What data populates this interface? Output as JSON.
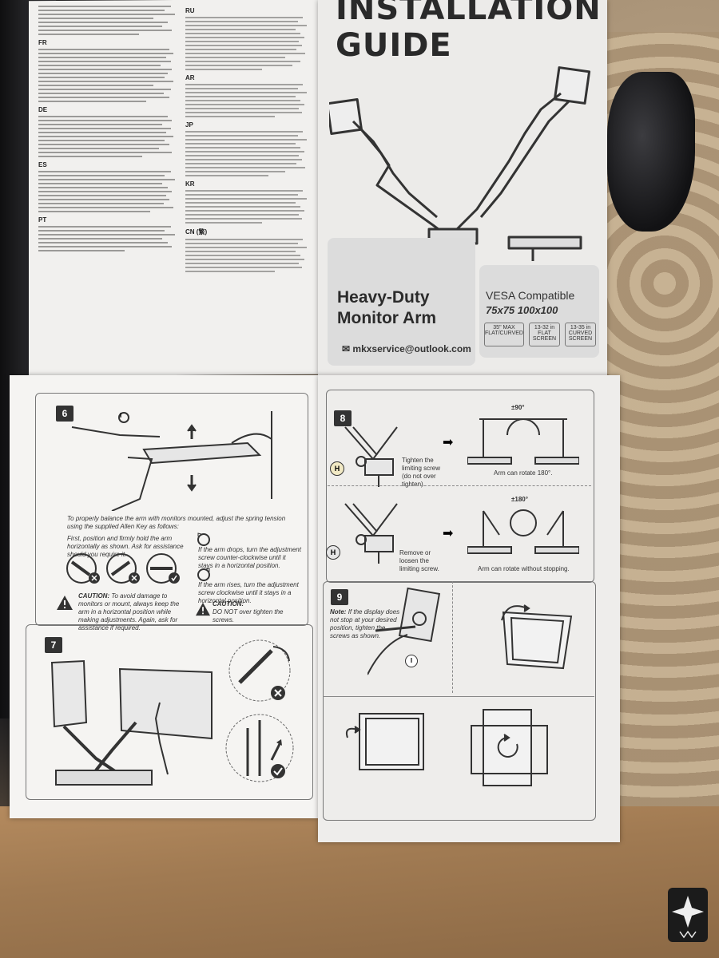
{
  "header": {
    "title_line1": "INSTALLATION",
    "title_line2": "GUIDE",
    "product_line1": "Heavy-Duty",
    "product_line2": "Monitor Arm",
    "email": "mkxservice@outlook.com",
    "vesa_title": "VESA Compatible",
    "vesa_sizes": "75x75 100x100",
    "badges": [
      "35\" MAX FLAT/CURVED",
      "13-32 in FLAT SCREEN",
      "13-35 in CURVED SCREEN"
    ]
  },
  "languages": [
    "FR",
    "DE",
    "ES",
    "PT",
    "RU",
    "AR",
    "JP",
    "KR",
    "CN (繁)"
  ],
  "step6": {
    "number": "6",
    "callout": "I",
    "instructions": "To properly balance the arm with monitors mounted, adjust the spring tension using the supplied Allen Key as follows:",
    "hold": "First, position and firmly hold the arm horizontally as shown. Ask for assistance should you require it.",
    "drops": "If the arm drops, turn the adjustment screw counter-clockwise until it stays in a horizontal position.",
    "rises": "If the arm rises, turn the adjustment screw clockwise until it stays in a horizontal position.",
    "caution_title": "CAUTION:",
    "caution_text": "To avoid damage to monitors or mount, always keep the arm in a horizontal position while making adjustments. Again, ask for assistance if required.",
    "caution2_title": "CAUTION:",
    "caution2_text": "DO NOT over tighten the screws."
  },
  "step7": {
    "number": "7"
  },
  "step8": {
    "number": "8",
    "callout": "H",
    "tighten": "Tighten the limiting screw (do not over tighten).",
    "rotate180_label": "±90°",
    "rotate180_caption": "Arm can rotate 180°.",
    "remove": "Remove or loosen the limiting screw.",
    "rotate_free_label": "±180°",
    "rotate_free_caption": "Arm can rotate without stopping."
  },
  "step9": {
    "number": "9",
    "callout": "I",
    "note_title": "Note:",
    "note_text": "If the display does not stop at your desired position, tighten the screws as shown."
  }
}
